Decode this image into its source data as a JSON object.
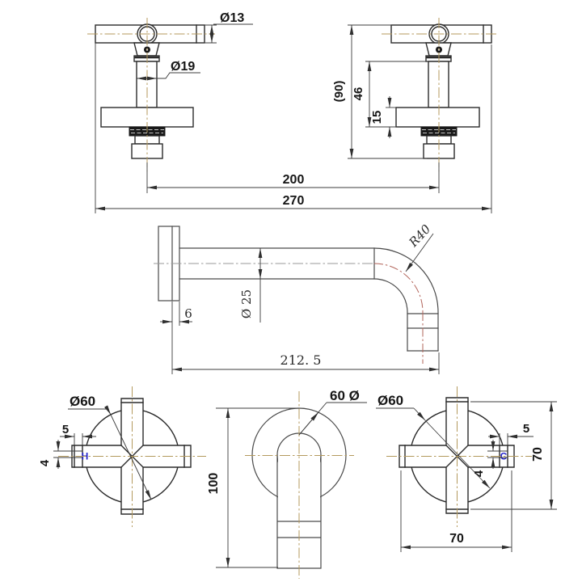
{
  "colors": {
    "background": "#ffffff",
    "line": "#2b2b2b",
    "dim": "#3c3c3c",
    "centerline": "#b49a5e",
    "spout_centerline": "#b2645a",
    "spout_line": "#4a4a4a",
    "hot_cold": "#2222cc"
  },
  "top_view": {
    "dia_handle_bar": "Ø13",
    "dia_valve_stem": "Ø19",
    "overall_height": "(90)",
    "body_height": "46",
    "flange_thickness": "15",
    "centres_spacing": "200",
    "overall_width": "270"
  },
  "spout_side_view": {
    "flange_thickness": "6",
    "spout_diameter": "Ø 25",
    "bend_radius": "R40",
    "spout_reach": "212. 5"
  },
  "handle_front_left": {
    "diameter": "Ø60",
    "indicator_width": "5",
    "indicator_height": "4",
    "hot_marker": "H"
  },
  "spout_front_view": {
    "flange_diameter": "60 Ø",
    "height": "100"
  },
  "handle_front_right": {
    "diameter": "Ø60",
    "indicator_width": "5",
    "indicator_height": "4",
    "cold_marker": "C",
    "width": "70",
    "height": "70"
  }
}
